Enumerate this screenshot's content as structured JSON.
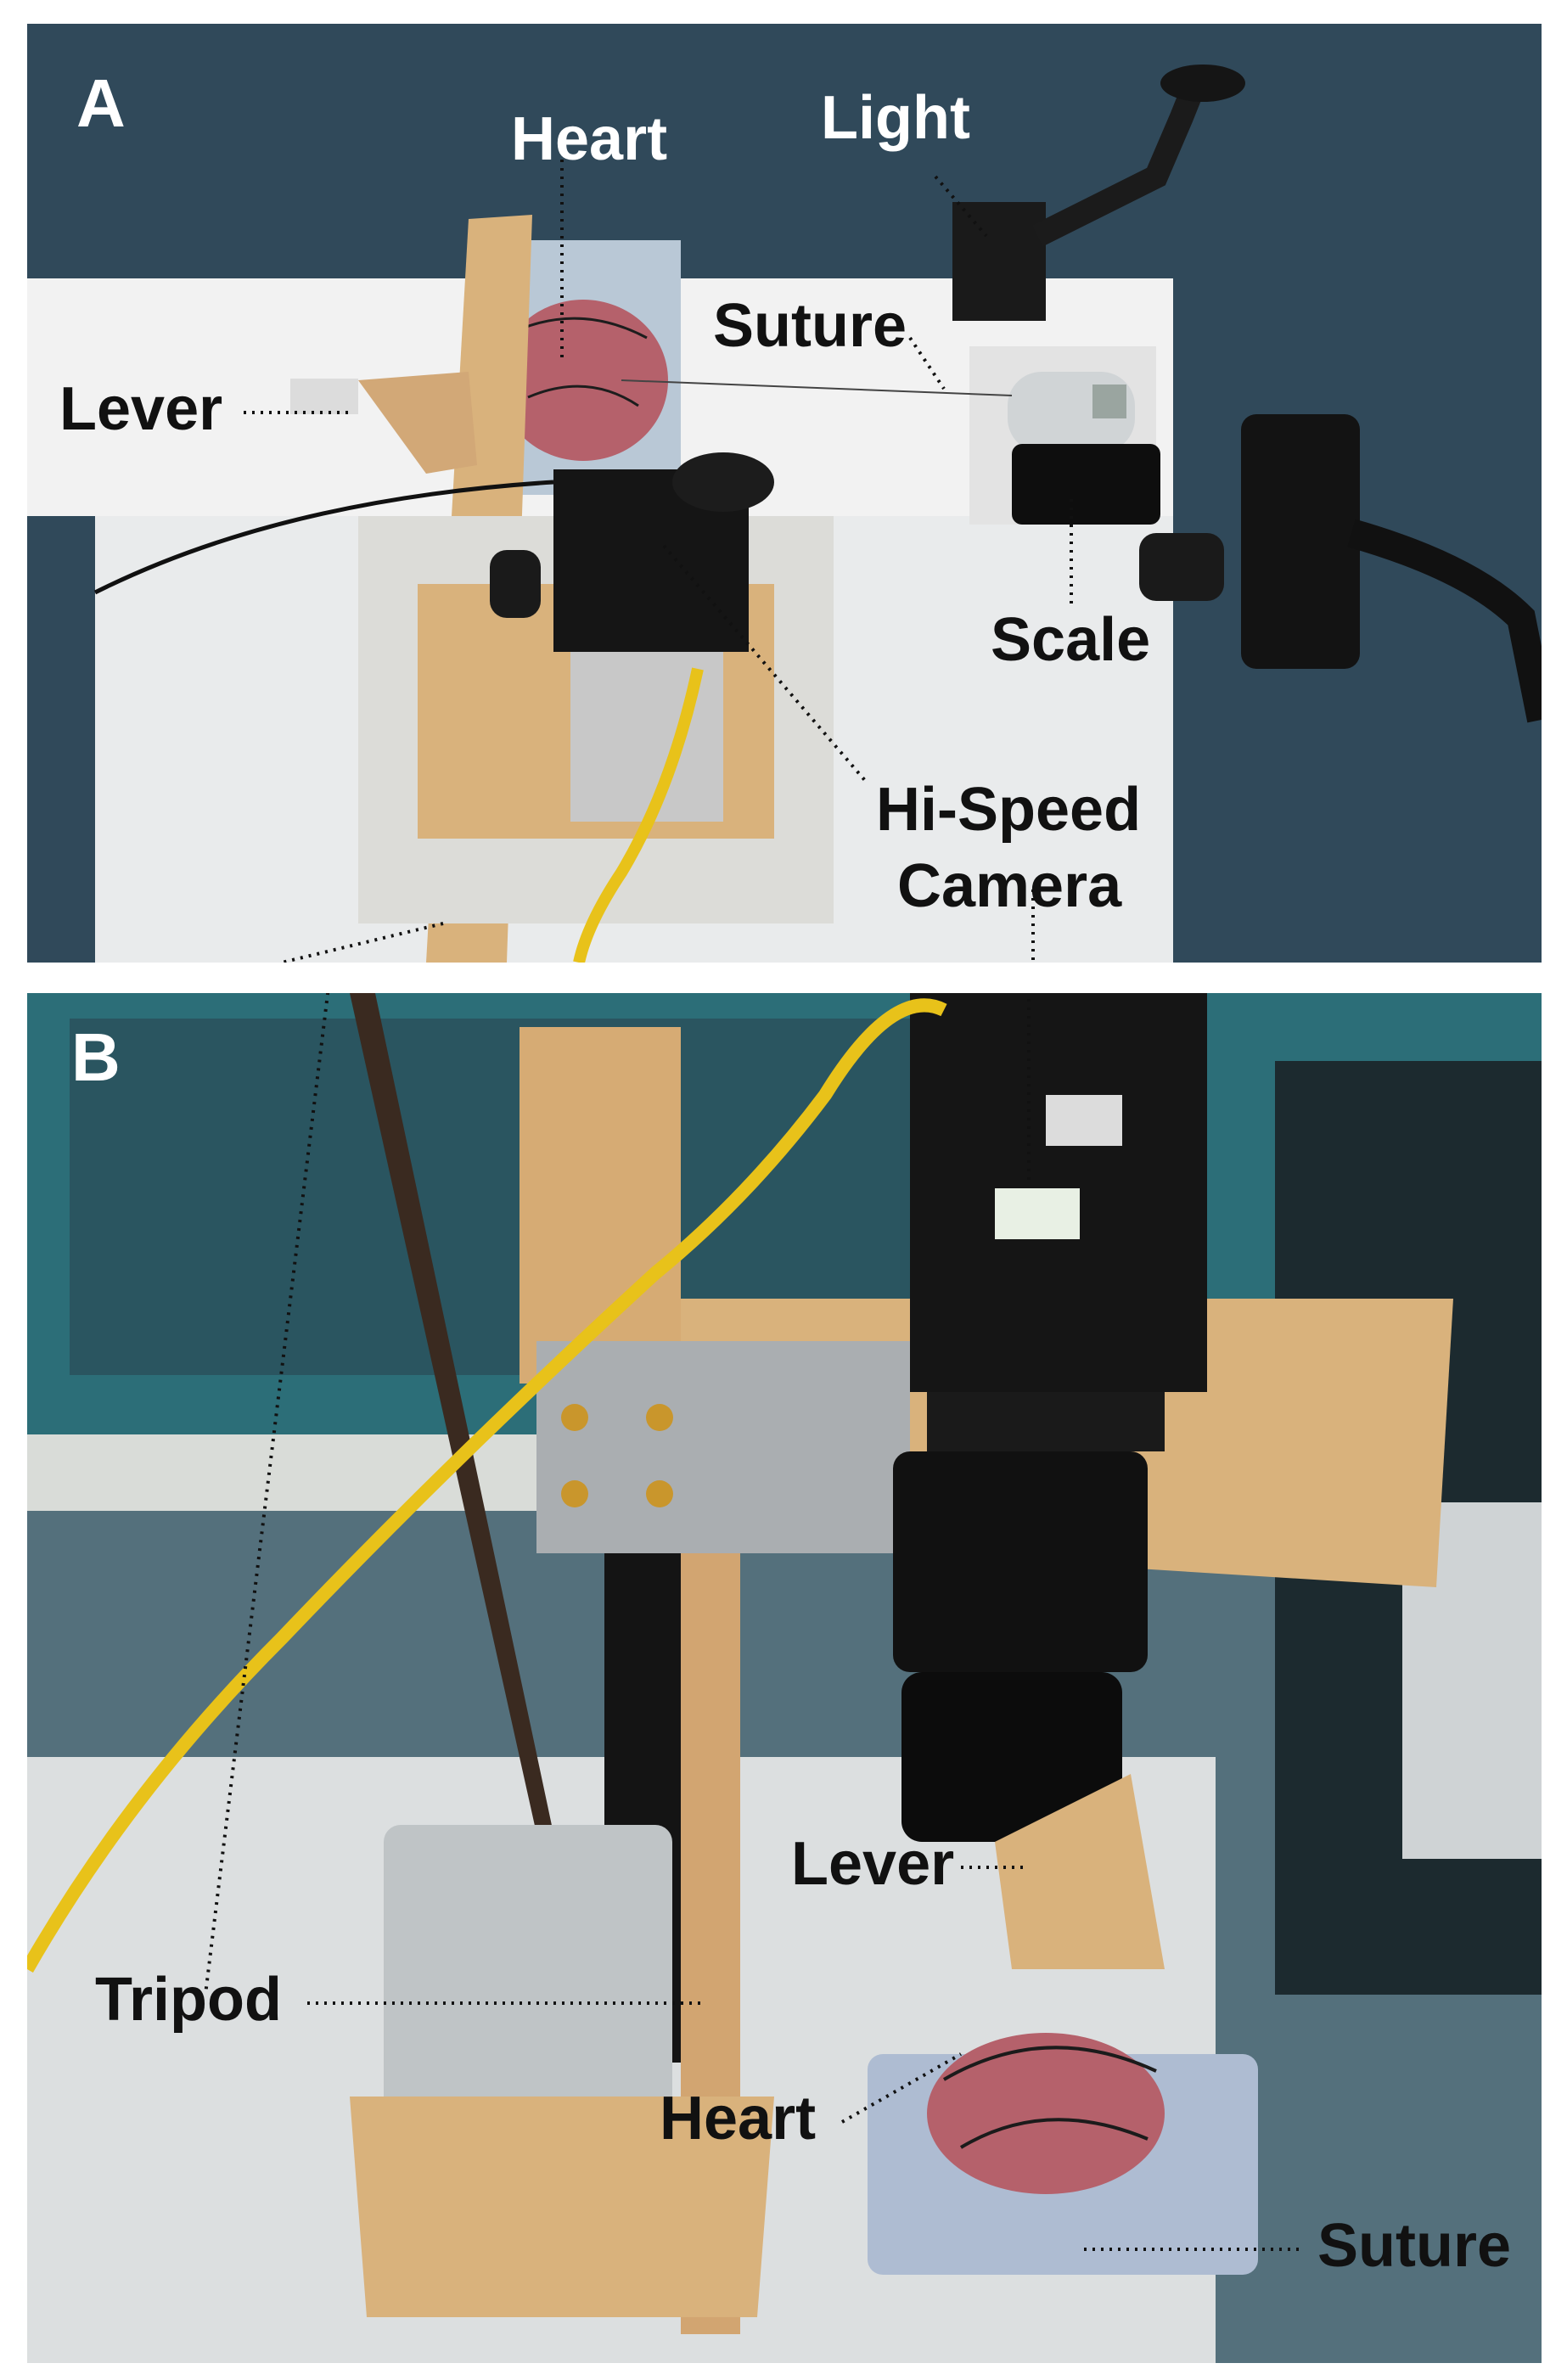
{
  "panel_a": {
    "letter": "A",
    "labels": {
      "heart": "Heart",
      "light": "Light",
      "suture": "Suture",
      "lever": "Lever",
      "scale": "Scale",
      "camera_line1": "Hi-Speed",
      "camera_line2": "Camera"
    }
  },
  "panel_b": {
    "letter": "B",
    "labels": {
      "lever": "Lever",
      "tripod": "Tripod",
      "heart": "Heart",
      "suture": "Suture"
    }
  },
  "colors": {
    "wood": "#d9b27c",
    "cable": "#e8c21a",
    "camera": "#151515",
    "heart": "#b5616b",
    "foam": "#bfc4c6",
    "floor": "#4f6b78"
  }
}
